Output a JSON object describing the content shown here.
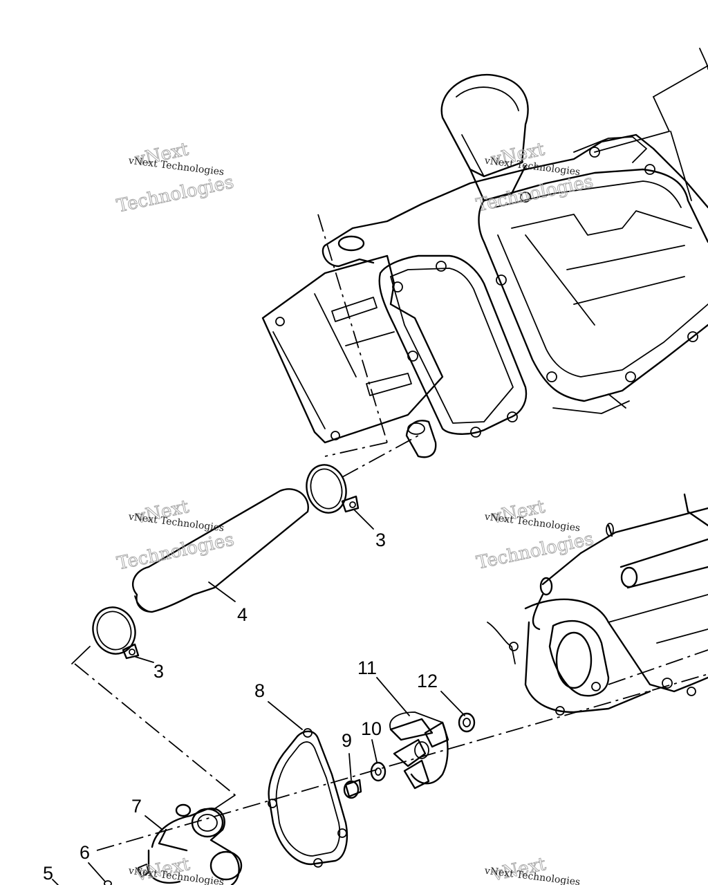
{
  "callouts": {
    "c3a": "3",
    "c4": "4",
    "c3b": "3",
    "c8": "8",
    "c11": "11",
    "c12": "12",
    "c9": "9",
    "c10": "10",
    "c7": "7",
    "c6": "6",
    "c5": "5"
  },
  "watermark": {
    "small": "vNext Technologies",
    "big_line1": "vNext",
    "big_line2": "Technologies"
  },
  "colors": {
    "line": "#000000",
    "watermark": "#a8a8a8",
    "background": "#ffffff"
  }
}
